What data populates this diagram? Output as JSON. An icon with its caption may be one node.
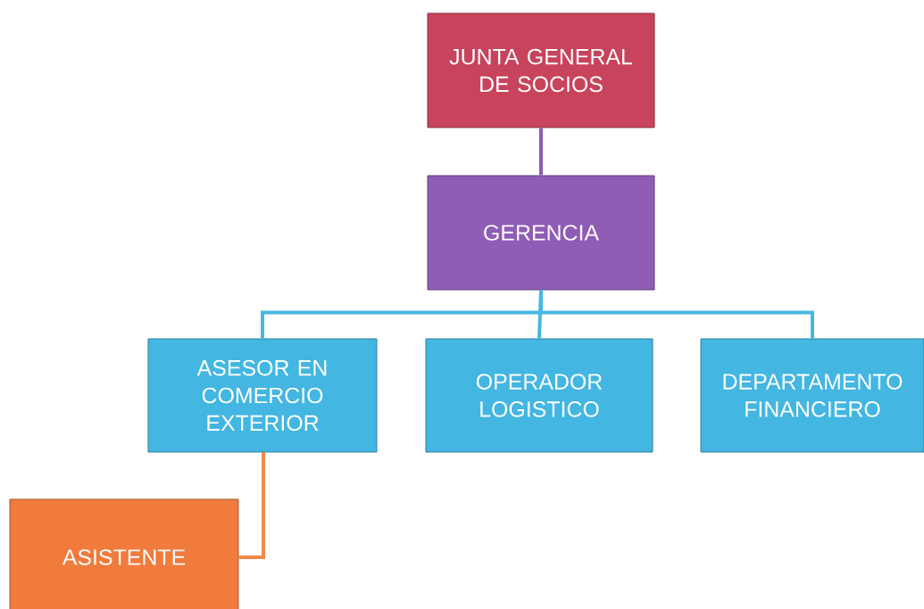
{
  "diagram": {
    "nodes": [
      {
        "text": [
          "JUNTA GENERAL DE SOCIOS"
        ]
      },
      {
        "text": [
          "GERENCIA"
        ]
      },
      {
        "text": [
          "ASESOR EN COMERCIO EXTERIOR"
        ]
      },
      {
        "text": [
          "OPERADOR LOGISTICO"
        ]
      },
      {
        "text": [
          "DEPARTAMENTO FINANCIERO"
        ]
      },
      {
        "text": [
          "ASISTENTE"
        ]
      }
    ],
    "edges": [
      {
        "from": 0,
        "to": 1,
        "arrow": "none",
        "color": "#8e5bb5"
      },
      {
        "from": 1,
        "to": 2,
        "arrow": "none"
      },
      {
        "from": 1,
        "to": 3,
        "arrow": "none"
      },
      {
        "from": 1,
        "to": 4,
        "arrow": "none"
      },
      {
        "from": 2,
        "to": 5,
        "arrow": "none",
        "color": "#f0884a"
      }
    ]
  }
}
